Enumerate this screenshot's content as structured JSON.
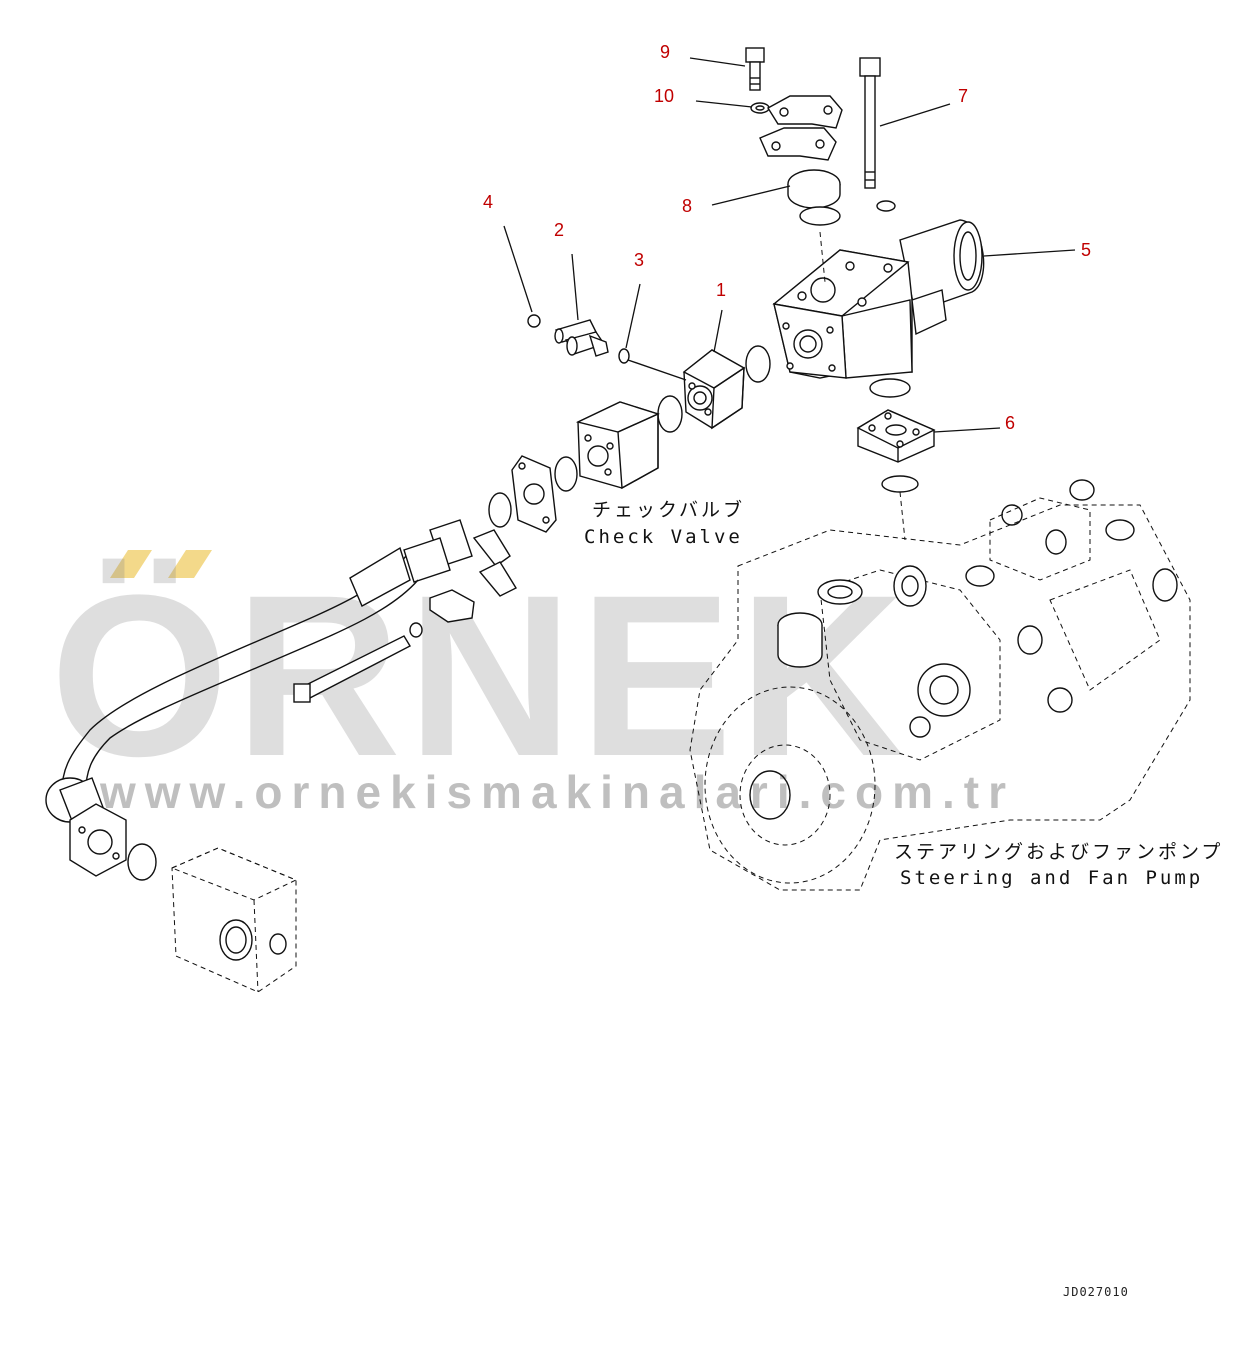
{
  "callouts": [
    {
      "num": "1"
    },
    {
      "num": "2"
    },
    {
      "num": "3"
    },
    {
      "num": "4"
    },
    {
      "num": "5"
    },
    {
      "num": "6"
    },
    {
      "num": "7"
    },
    {
      "num": "8"
    },
    {
      "num": "9"
    },
    {
      "num": "10"
    }
  ],
  "labels": {
    "check_valve_jp": "チェックバルブ",
    "check_valve_en": "Check Valve",
    "pump_jp": "ステアリングおよびファンポンプ",
    "pump_en": "Steering and Fan Pump"
  },
  "drawing_code": "JD027010",
  "watermark": {
    "brand": "ÖRNEK",
    "url": "www.ornekismakinalari.com.tr",
    "accent_color": "#f3d98a",
    "text_color": "#8a8a8a"
  },
  "colors": {
    "callout": "#c00000",
    "line": "#111111"
  }
}
